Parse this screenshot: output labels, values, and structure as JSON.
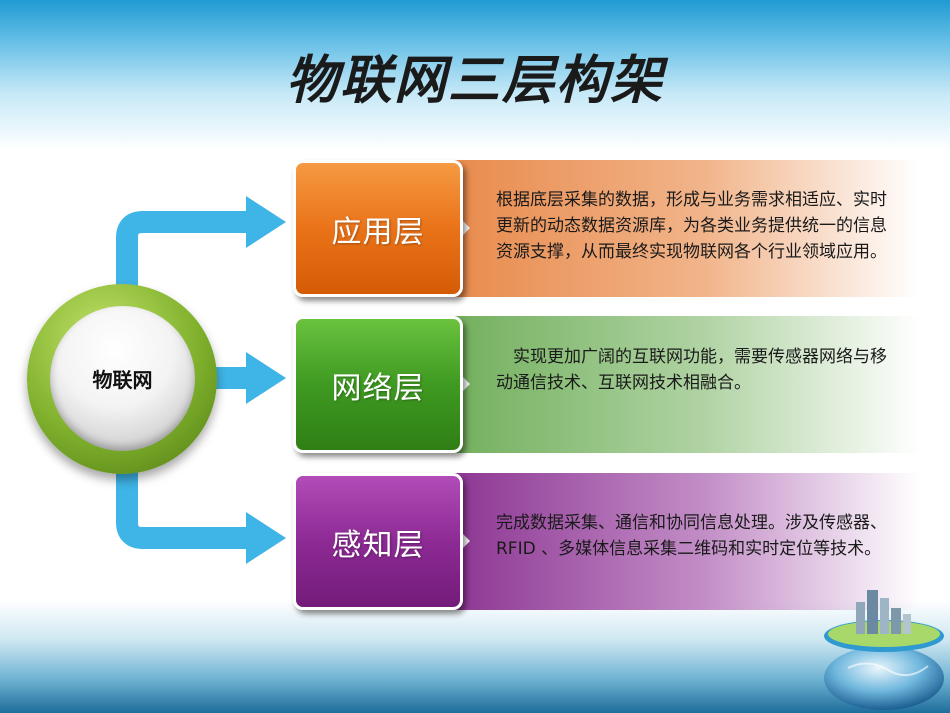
{
  "title": "物联网三层构架",
  "hub": {
    "label": "物联网"
  },
  "layers": [
    {
      "label": "应用层",
      "description": "根据底层采集的数据，形成与业务需求相适应、实时更新的动态数据资源库，为各类业务提供统一的信息资源支撑，从而最终实现物联网各个行业领域应用。"
    },
    {
      "label": "网络层",
      "description": "实现更加广阔的互联网功能，需要传感器网络与移动通信技术、互联网技术相融合。"
    },
    {
      "label": "感知层",
      "description": "完成数据采集、通信和协同信息处理。涉及传感器、 RFID 、多媒体信息采集二维码和实时定位等技术。"
    }
  ],
  "colors": {
    "application": "#ea7319",
    "network": "#3f9a22",
    "perception": "#8d2a94",
    "connector": "#3fb4e6",
    "hub_ring": "#7fb02c"
  }
}
